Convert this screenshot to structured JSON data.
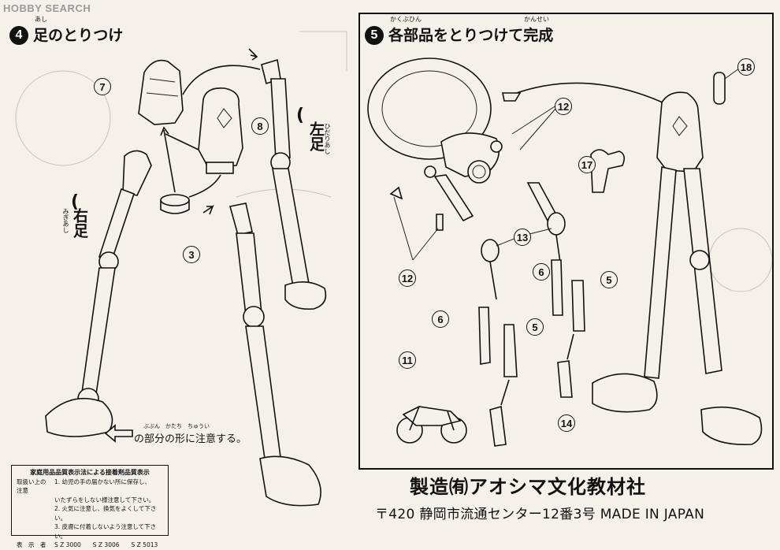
{
  "watermark": "HOBBY SEARCH",
  "step4": {
    "number": "4",
    "title": "足のとりつけ",
    "title_ruby": "あし",
    "callouts": [
      "7",
      "8",
      "3"
    ],
    "left_foot_label": "左足",
    "left_foot_ruby": "ひだりあし",
    "right_foot_label": "右足",
    "right_foot_ruby": "みぎあし",
    "note_text": "の部分の形に注意する。",
    "note_ruby": "ぶぶん　かたち　ちゅうい"
  },
  "step5": {
    "number": "5",
    "title": "各部品をとりつけて完成",
    "title_ruby_1": "かくぶひん",
    "title_ruby_2": "かんせい",
    "callouts": [
      "18",
      "12",
      "17",
      "12",
      "13",
      "6",
      "5",
      "6",
      "5",
      "11",
      "14"
    ]
  },
  "quality_box": {
    "title": "家庭用品品質表示法による接着剤品質表示",
    "row1_label": "取扱い上の注意",
    "row1_text": "1. 幼児の手の届かない所に保存し、",
    "row1b_text": "いたずらをしない様注意して下さい。",
    "row2_text": "2. 火気に注意し、換気をよくして下さい。",
    "row3_text": "3. 皮膚に付着しないよう注意して下さい。",
    "row4_label": "表　示　者",
    "row4_text": "S Z 3000　　S Z 3006　　S Z 5013"
  },
  "maker": "製造㈲アオシマ文化教材社",
  "address": "〒420 静岡市流通センター12番3号 MADE IN JAPAN"
}
